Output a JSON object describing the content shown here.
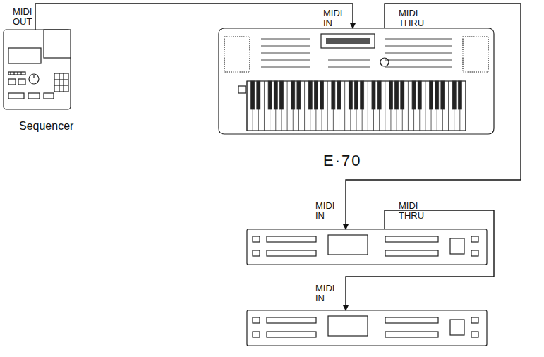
{
  "diagram": {
    "nodes": [
      {
        "text": [
          "MIDI OUT",
          "Sequencer"
        ]
      },
      {
        "text": [
          "MIDI IN",
          "MIDI THRU",
          "E·70"
        ]
      },
      {
        "text": [
          "MIDI IN",
          "MIDI THRU"
        ]
      },
      {
        "text": [
          "MIDI IN"
        ]
      }
    ],
    "edges": [
      {
        "from": 0,
        "to": 1,
        "arrow": "to"
      },
      {
        "from": 1,
        "to": 2,
        "arrow": "to"
      },
      {
        "from": 2,
        "to": 3,
        "arrow": "to"
      }
    ]
  }
}
